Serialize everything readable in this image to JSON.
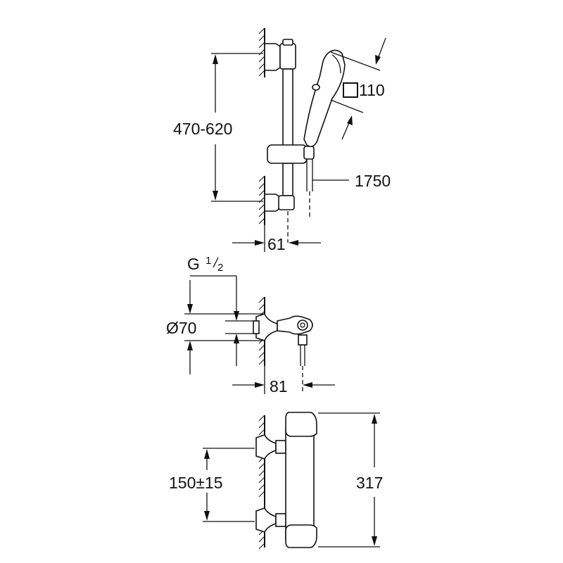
{
  "shower_set": {
    "height_range": "470-620",
    "square_size": "110",
    "hose_length": "1750",
    "wall_offset": "61"
  },
  "valve": {
    "thread_main": "G",
    "thread_num": "1",
    "thread_den": "2",
    "diameter": "Ø70",
    "projection": "81"
  },
  "thermostat": {
    "center_distance": "150±15",
    "height": "317"
  },
  "colors": {
    "line": "#111111",
    "background": "#ffffff"
  }
}
